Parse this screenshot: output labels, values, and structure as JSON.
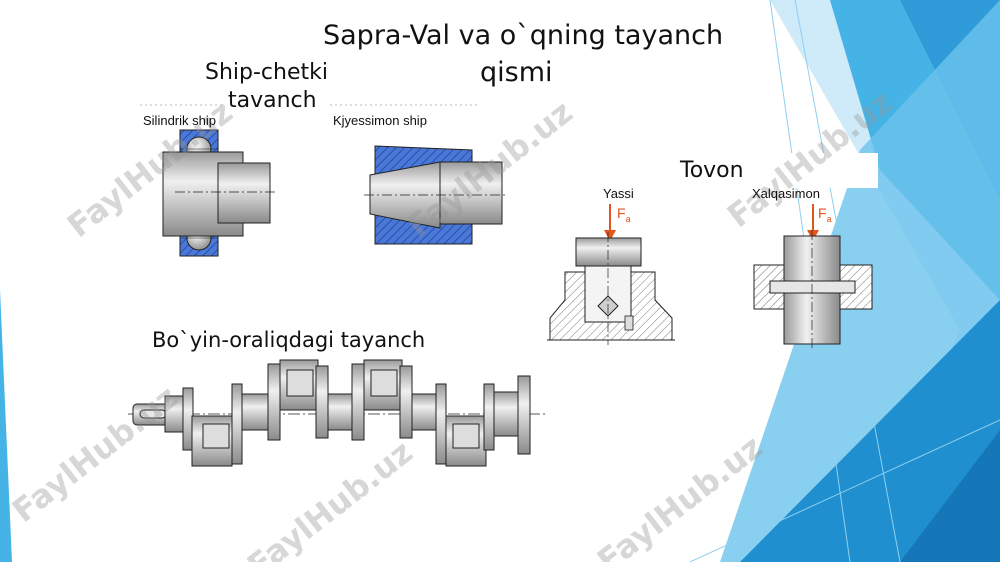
{
  "title": {
    "line1": "Sapra-Val va  o`qning tayanch",
    "line2": "qismi"
  },
  "ship_chetki": {
    "line1": "Ship-chetki",
    "line2": "tavanch"
  },
  "labels": {
    "silindrik": "Silindrik ship",
    "kjyessimon": "Kjyessimon ship",
    "tovon": "Tovon",
    "yassi": "Yassi",
    "xalqasimon": "Xalqasimon",
    "boyin": "Bo`yin-oraliqdagi tayanch"
  },
  "force_label": {
    "symbol": "F",
    "subscript": "a"
  },
  "watermark": "FaylHub.uz",
  "colors": {
    "accent_blue": "#2fa6e0",
    "light_blue": "#8fd0f0",
    "hatch_blue": "#3f6fd0",
    "force_orange": "#e2541c"
  }
}
